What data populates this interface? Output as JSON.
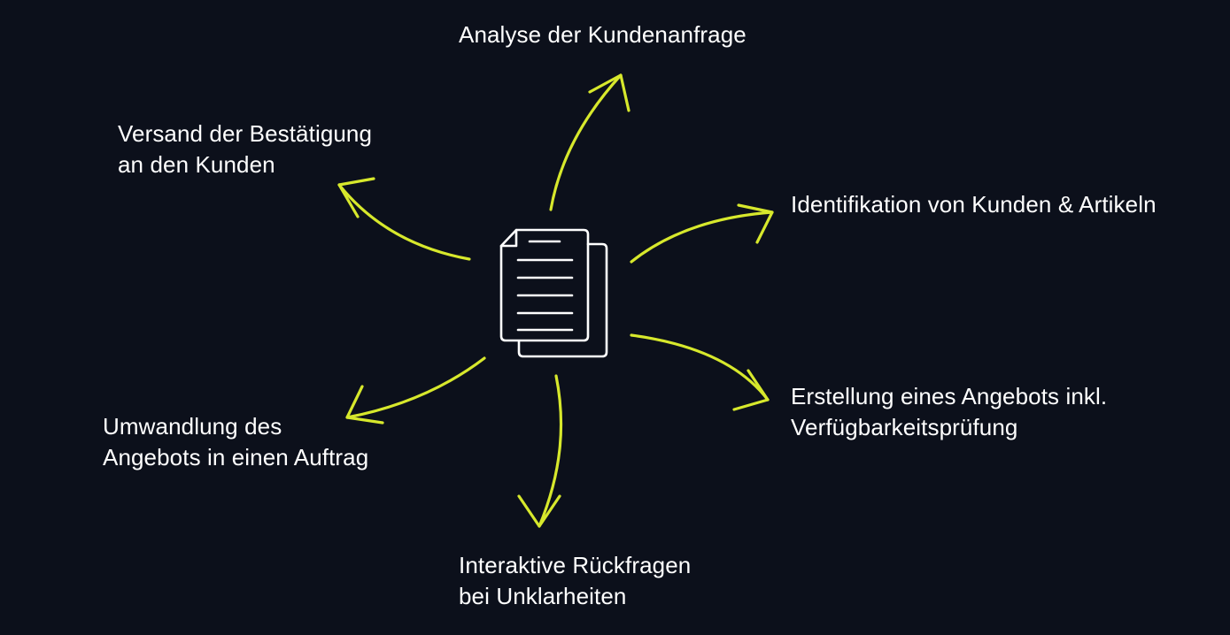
{
  "colors": {
    "background": "#0c101b",
    "accent": "#d7e82c",
    "text": "#ffffff",
    "icon": "#ffffff"
  },
  "center": {
    "icon": "documents-icon"
  },
  "steps": [
    {
      "lines": [
        "Analyse der Kundenanfrage"
      ]
    },
    {
      "lines": [
        "Identifikation von Kunden & Artikeln"
      ]
    },
    {
      "lines": [
        "Erstellung eines Angebots inkl.",
        "Verfügbarkeitsprüfung"
      ]
    },
    {
      "lines": [
        "Interaktive Rückfragen",
        "bei Unklarheiten"
      ]
    },
    {
      "lines": [
        "Umwandlung des",
        "Angebots in einen Auftrag"
      ]
    },
    {
      "lines": [
        "Versand der Bestätigung",
        "an den Kunden"
      ]
    }
  ]
}
